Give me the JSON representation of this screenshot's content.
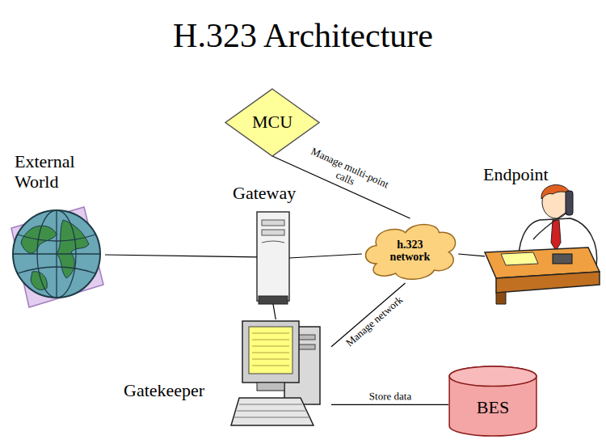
{
  "diagram": {
    "title": "H.323 Architecture",
    "nodes": [
      {
        "text": [
          "MCU"
        ]
      },
      {
        "text": [
          "External World"
        ]
      },
      {
        "text": [
          "Gateway"
        ]
      },
      {
        "text": [
          "h.323 network"
        ]
      },
      {
        "text": [
          "Endpoint"
        ]
      },
      {
        "text": [
          "Gatekeeper"
        ]
      },
      {
        "text": [
          "BES"
        ]
      }
    ],
    "edges": [
      {
        "from": 0,
        "to": 3,
        "label": "Manage multi-point calls",
        "arrow": "none"
      },
      {
        "from": 1,
        "to": 2,
        "arrow": "none"
      },
      {
        "from": 2,
        "to": 3,
        "arrow": "none"
      },
      {
        "from": 3,
        "to": 4,
        "arrow": "none"
      },
      {
        "from": 2,
        "to": 5,
        "arrow": "none"
      },
      {
        "from": 5,
        "to": 3,
        "label": "Manage network",
        "arrow": "none"
      },
      {
        "from": 5,
        "to": 6,
        "label": "Store data",
        "arrow": "none"
      }
    ]
  }
}
